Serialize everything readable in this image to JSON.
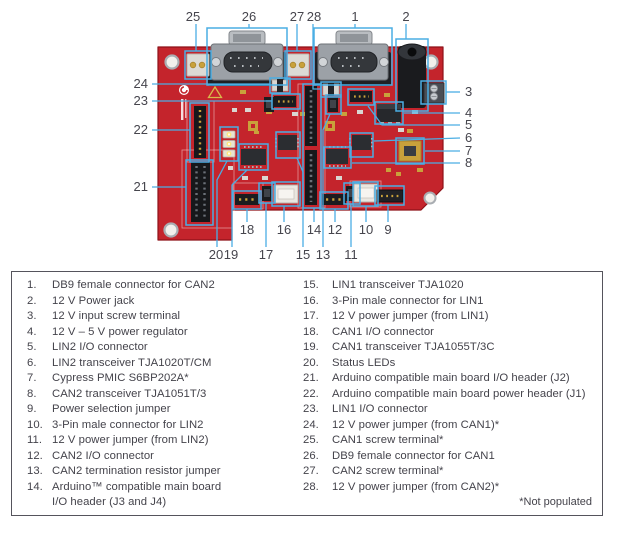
{
  "figure": {
    "callouts": {
      "c1": "1",
      "c2": "2",
      "c3": "3",
      "c4": "4",
      "c5": "5",
      "c6": "6",
      "c7": "7",
      "c8": "8",
      "c9": "9",
      "c10": "10",
      "c11": "11",
      "c12": "12",
      "c13": "13",
      "c14": "14",
      "c15": "15",
      "c16": "16",
      "c17": "17",
      "c18": "18",
      "c19": "19",
      "c20": "20",
      "c21": "21",
      "c22": "22",
      "c23": "23",
      "c24": "24",
      "c25": "25",
      "c26": "26",
      "c27": "27",
      "c28": "28"
    }
  },
  "legend": {
    "items_left": [
      {
        "num": "1.",
        "text": "DB9 female connector for CAN2"
      },
      {
        "num": "2.",
        "text": "12 V Power jack"
      },
      {
        "num": "3.",
        "text": "12 V input screw terminal"
      },
      {
        "num": "4.",
        "text": "12 V – 5 V power regulator"
      },
      {
        "num": "5.",
        "text": "LIN2 I/O connector"
      },
      {
        "num": "6.",
        "text": "LIN2 transceiver TJA1020T/CM"
      },
      {
        "num": "7.",
        "text": "Cypress PMIC S6BP202A*"
      },
      {
        "num": "8.",
        "text": "CAN2 transceiver TJA1051T/3"
      },
      {
        "num": "9.",
        "text": "Power selection jumper"
      },
      {
        "num": "10.",
        "text": "3-Pin male connector for LIN2"
      },
      {
        "num": "11.",
        "text": "12 V power jumper (from LIN2)"
      },
      {
        "num": "12.",
        "text": "CAN2 I/O connector"
      },
      {
        "num": "13.",
        "text": "CAN2 termination resistor jumper"
      },
      {
        "num": "14.",
        "text": "Arduino™ compatible main board",
        "text2": "I/O header (J3 and J4)"
      }
    ],
    "items_right": [
      {
        "num": "15.",
        "text": "LIN1 transceiver TJA1020"
      },
      {
        "num": "16.",
        "text": "3-Pin male connector for LIN1"
      },
      {
        "num": "17.",
        "text": "12 V power jumper (from LIN1)"
      },
      {
        "num": "18.",
        "text": "CAN1 I/O connector"
      },
      {
        "num": "19.",
        "text": "CAN1 transceiver TJA1055T/3C"
      },
      {
        "num": "20.",
        "text": "Status LEDs"
      },
      {
        "num": "21.",
        "text": "Arduino compatible main board I/O header (J2)"
      },
      {
        "num": "22.",
        "text": "Arduino compatible main board power header (J1)"
      },
      {
        "num": "23.",
        "text": "LIN1 I/O connector"
      },
      {
        "num": "24.",
        "text": "12 V power jumper (from CAN1)*"
      },
      {
        "num": "25.",
        "text": "CAN1 screw terminal*"
      },
      {
        "num": "26.",
        "text": "DB9 female connector for CAN1"
      },
      {
        "num": "27.",
        "text": "CAN2 screw terminal*"
      },
      {
        "num": "28.",
        "text": "12 V power jumper (from CAN2)*"
      }
    ],
    "footnote": "*Not populated"
  },
  "colors": {
    "board_red": "#C4242C",
    "board_edge": "#8E1118",
    "highlight_blue": "#4AAEE4",
    "text": "#46454d",
    "gold": "#C9A13B"
  }
}
